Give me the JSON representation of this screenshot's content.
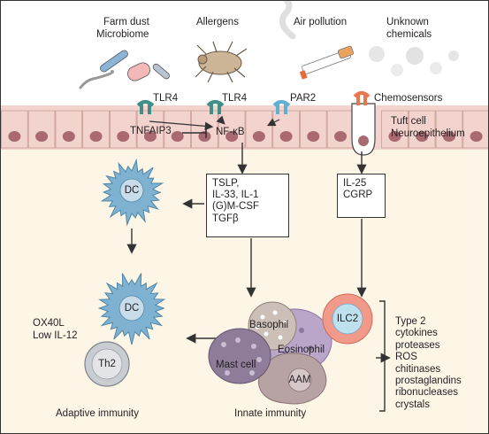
{
  "environment": {
    "farm_dust": "Farm dust",
    "microbiome": "Microbiome",
    "allergens": "Allergens",
    "air_pollution": "Air pollution",
    "unknown_line1": "Unknown",
    "unknown_line2": "chemicals"
  },
  "receptors": {
    "tlr4_a": "TLR4",
    "tlr4_b": "TLR4",
    "par2": "PAR2",
    "chemosensors": "Chemosensors"
  },
  "signaling": {
    "tnfaip3": "TNFAIP3",
    "nfkb": "NF-κB"
  },
  "tuft": {
    "line1": "Tuft cell",
    "line2": "Neuroepithelium"
  },
  "cytokine_box_left": [
    "TSLP,",
    "IL-33, IL-1",
    "(G)M-CSF",
    "TGFβ"
  ],
  "cytokine_box_right": [
    "IL-25",
    "CGRP"
  ],
  "cells": {
    "dc_top": "DC",
    "dc_bottom": "DC",
    "th2": "Th2",
    "basophil": "Basophil",
    "ilc2": "ILC2",
    "eosinophil": "Eosinophil",
    "mast_cell": "Mast cell",
    "aam": "AAM"
  },
  "adaptive": {
    "ox40l": "OX40L",
    "low_il12": "Low IL-12",
    "label": "Adaptive immunity"
  },
  "innate": {
    "label": "Innate immunity"
  },
  "outputs": [
    "Type 2",
    "cytokines",
    "proteases",
    "ROS",
    "chitinases",
    "prostaglandins",
    "ribonucleases",
    "crystals"
  ],
  "colors": {
    "background_lower": "#fdf6e7",
    "epithelium": "#f3d3cd",
    "nucleus": "#a86a70",
    "dc": "#7fb2d1",
    "basophil": "#cbbfb8",
    "mast_cell": "#8e7c99",
    "eosinophil": "#b9a6c8",
    "ilc2": "#f29a8a",
    "aam": "#b7a2a4",
    "th2": "#c9ccd1",
    "receptor_teal": "#3e8f86",
    "receptor_blue": "#5fb0d3",
    "chemosensor_orange": "#e8774d"
  }
}
